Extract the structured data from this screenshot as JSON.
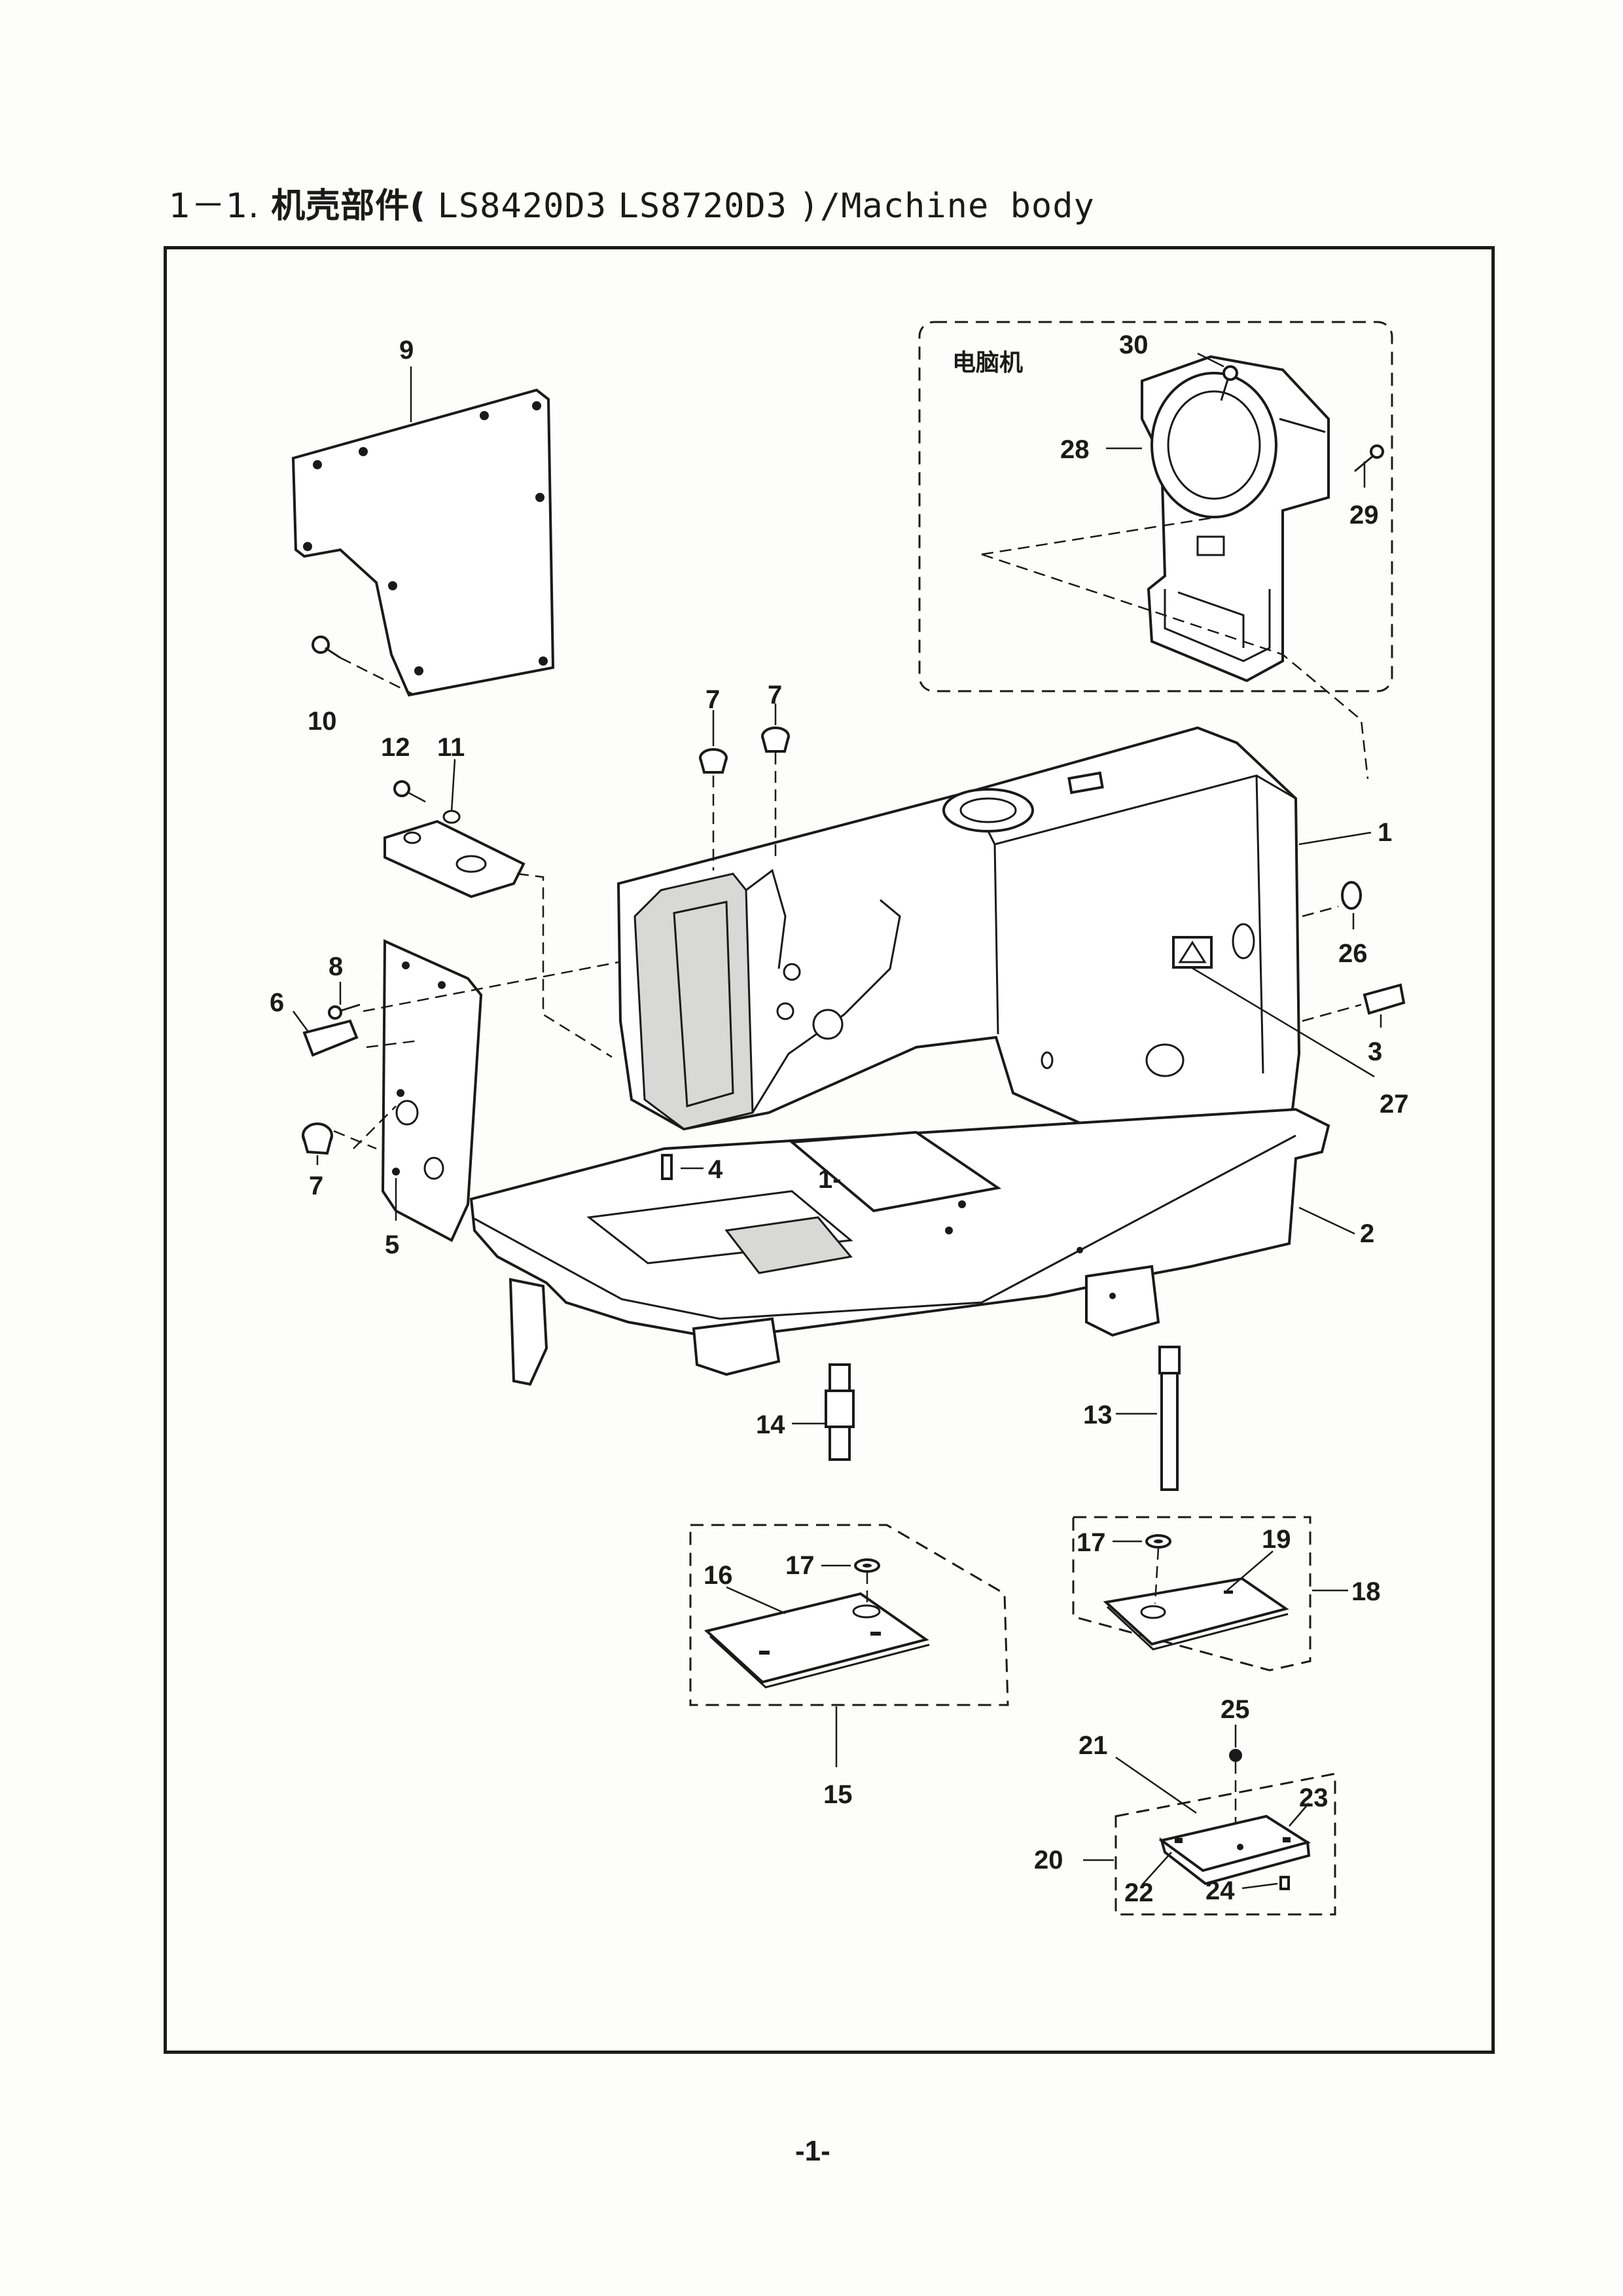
{
  "header": {
    "section": "1－1.",
    "title_cn": "机壳部件(",
    "model_a": "LS8420D3",
    "model_b": "LS8720D3",
    "title_en": ")/Machine body"
  },
  "inset": {
    "label": "电脑机"
  },
  "callouts": {
    "c1": "1",
    "c1b": "1-",
    "c2": "2",
    "c3": "3",
    "c4": "4",
    "c5": "5",
    "c6": "6",
    "c7a": "7",
    "c7b": "7",
    "c7c": "7",
    "c8": "8",
    "c9": "9",
    "c10": "10",
    "c11": "11",
    "c12": "12",
    "c13": "13",
    "c14": "14",
    "c15": "15",
    "c16": "16",
    "c17a": "17",
    "c17b": "17",
    "c18": "18",
    "c19": "19",
    "c20": "20",
    "c21": "21",
    "c22": "22",
    "c23": "23",
    "c24": "24",
    "c25": "25",
    "c26": "26",
    "c27": "27",
    "c28": "28",
    "c29": "29",
    "c30": "30"
  },
  "footer": {
    "page": "-1-"
  }
}
